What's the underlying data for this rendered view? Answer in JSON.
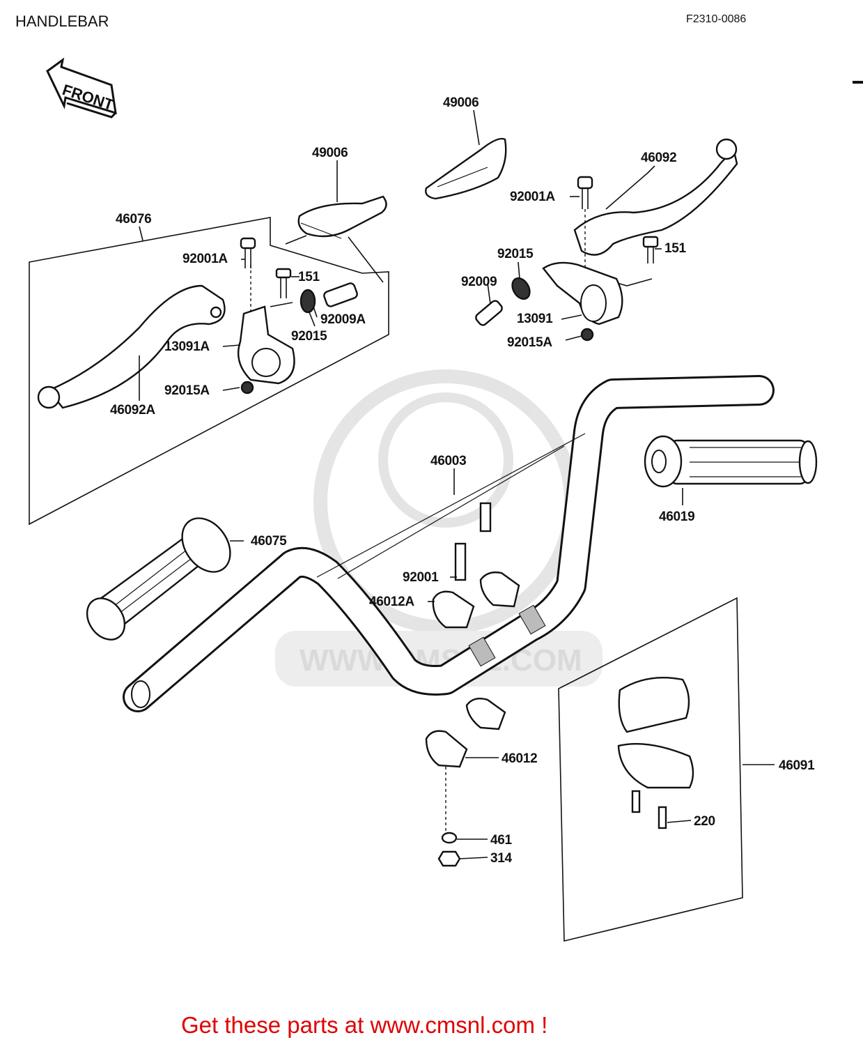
{
  "title": "HANDLEBAR",
  "figure_code": "F2310-0086",
  "front_arrow": "FRONT",
  "watermark": "WWW.CMSNL.COM",
  "banner": "Get these parts at www.cmsnl.com !",
  "labels": {
    "l49006a": "49006",
    "l49006b": "49006",
    "l46092": "46092",
    "l92001A_r": "92001A",
    "l151_r": "151",
    "l92015_r": "92015",
    "l92009": "92009",
    "l13091": "13091",
    "l92015A_r": "92015A",
    "l46076": "46076",
    "l92001A_l": "92001A",
    "l151_l": "151",
    "l92009A": "92009A",
    "l92015_l": "92015",
    "l13091A": "13091A",
    "l92015A_l": "92015A",
    "l46092A": "46092A",
    "l46003": "46003",
    "l46019": "46019",
    "l46075": "46075",
    "l92001": "92001",
    "l46012A": "46012A",
    "l46012": "46012",
    "l46091": "46091",
    "l220": "220",
    "l461": "461",
    "l314": "314"
  }
}
